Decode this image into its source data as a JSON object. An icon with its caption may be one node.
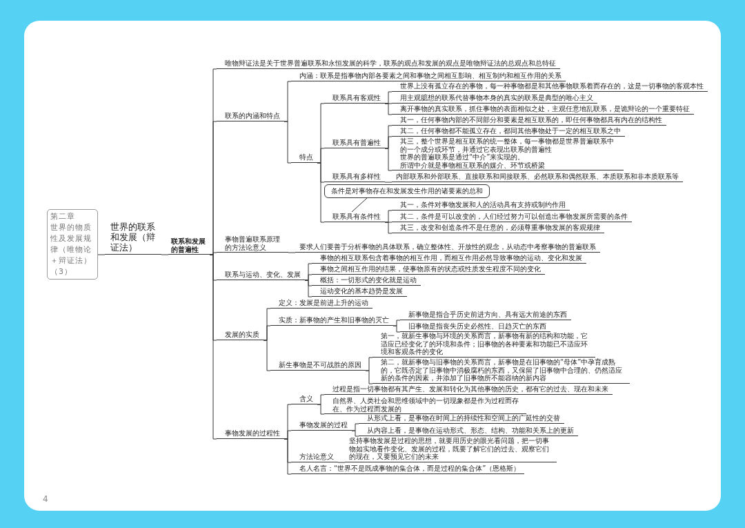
{
  "diagram": {
    "nodes": [
      {
        "text": [
          "第二章",
          "世界的物质性及发展规律（唯物论＋辩证法）（3）"
        ]
      },
      {
        "text": [
          "世界的联系和发展（辩证法）"
        ]
      },
      {
        "text": [
          "联系和发展的普遍性"
        ]
      },
      {
        "text": [
          "唯物辩证法是关于世界普遍联系和永恒发展的科学，联系的观点和发展的观点是唯物辩证法的总观点和总特征"
        ]
      },
      {
        "text": [
          "联系的内涵和特点"
        ]
      },
      {
        "text": [
          "内涵：联系是指事物内部各要素之间和事物之间相互影响、相互制约和相互作用的关系"
        ]
      },
      {
        "text": [
          "特点"
        ]
      },
      {
        "text": [
          "联系具有客观性"
        ]
      },
      {
        "text": [
          "世界上没有孤立存在的事物，每一种事物都是和其他事物联系着而存在的，这是一切事物的客观本性"
        ]
      },
      {
        "text": [
          "用主观臆想的联系代替事物本身的真实的联系是典型的唯心主义"
        ]
      },
      {
        "text": [
          "离开事物的真实联系，抓住事物的表面相似之处，主观任意地乱联系，是诡辩论的一个重要特征"
        ]
      },
      {
        "text": [
          "联系具有普遍性"
        ]
      },
      {
        "text": [
          "其一，任何事物内部的不同部分和要素是相互联系的，即任何事物都具有内在的结构性"
        ]
      },
      {
        "text": [
          "其二，任何事物都不能孤立存在，都同其他事物处于一定的相互联系之中"
        ]
      },
      {
        "text": [
          "其三，整个世界是相互联系的统一整体，每一事物都是世界普遍联系中的一个成分或环节，并通过它表现出联系的普遍性",
          "世界的普遍联系是通过“中介”来实现的。",
          "所谓中介就是事物相互联系的媒介、环节或桥梁"
        ]
      },
      {
        "text": [
          "联系具有多样性"
        ]
      },
      {
        "text": [
          "内部联系和外部联系、直接联系和间接联系、必然联系和偶然联系、本质联系和非本质联系等"
        ]
      },
      {
        "text": [
          "联系具有条件性"
        ]
      },
      {
        "text": [
          "条件是对事物存在和发展发生作用的诸要素的总和"
        ]
      },
      {
        "text": [
          "其一，条件对事物发展和人的活动具有支持或制约作用"
        ]
      },
      {
        "text": [
          "其二，条件是可以改变的，人们经过努力可以创造出事物发展所需要的条件"
        ]
      },
      {
        "text": [
          "其三，改变和创造条件不是任意的，必须尊重事物发展的客观规律"
        ]
      },
      {
        "text": [
          "事物普遍联系原理的方法论意义"
        ]
      },
      {
        "text": [
          "要求人们要善于分析事物的具体联系，确立整体性、开放性的观念，从动态中考察事物的普遍联系"
        ]
      },
      {
        "text": [
          "联系与运动、变化、发展"
        ]
      },
      {
        "text": [
          "事物的相互联系包含着事物的相互作用，而相互作用必然导致事物的运动、变化和发展"
        ]
      },
      {
        "text": [
          "事物之间相互作用的结果，使事物原有的状态或性质发生程度不同的变化"
        ]
      },
      {
        "text": [
          "概括：一切形式的变化就是运动"
        ]
      },
      {
        "text": [
          "运动变化的基本趋势是发展"
        ]
      },
      {
        "text": [
          "发展的实质"
        ]
      },
      {
        "text": [
          "定义：发展是前进上升的运动"
        ]
      },
      {
        "text": [
          "实质：新事物的产生和旧事物的灭亡"
        ]
      },
      {
        "text": [
          "新事物是指合乎历史前进方向、具有远大前途的东西"
        ]
      },
      {
        "text": [
          "旧事物是指丧失历史必然性、日趋灭亡的东西"
        ]
      },
      {
        "text": [
          "新生事物是不可战胜的原因"
        ]
      },
      {
        "text": [
          "第一，就新生事物与环境的关系而言，新事物有新的结构和功能，它适应已经变化了的环境和条件；旧事物的各种要素和功能已不适应环境和客观条件的变化"
        ]
      },
      {
        "text": [
          "第二，就新事物与旧事物的关系而言，新事物是在旧事物的“母体”中孕育成熟的，它既否定了旧事物中消极腐朽的东西，又保留了旧事物中合理的、仍然适应新的条件的因素，并添加了旧事物所不能容纳的新内容"
        ]
      },
      {
        "text": [
          "事物发展的过程性"
        ]
      },
      {
        "text": [
          "含义"
        ]
      },
      {
        "text": [
          "过程是指一切事物都有其产生、发展和转化为其他事物的历史，都有它的过去、现在和未来"
        ]
      },
      {
        "text": [
          "自然界、人类社会和思维领域中的一切现象都是作为过程而存在、作为过程而发展的"
        ]
      },
      {
        "text": [
          "事物发展的过程"
        ]
      },
      {
        "text": [
          "从形式上看，是事物在时间上的持续性和空间上的广延性的交替"
        ]
      },
      {
        "text": [
          "从内容上看，是事物在运动形式、形态、结构、功能和关系上的更新"
        ]
      },
      {
        "text": [
          "方法论意义"
        ]
      },
      {
        "text": [
          "坚持事物发展是过程的思想，就要用历史的眼光看问题，把一切事物如实地看作变化、发展的过程，既要了解它们的过去、观察它们的现在，又要预见它们的未来"
        ]
      },
      {
        "text": [
          "名人名言：“世界不是既成事物的集合体，而是过程的集合体”（恩格斯）"
        ]
      }
    ],
    "edges": [
      {
        "from": 0,
        "to": 1,
        "arrow": "none"
      },
      {
        "from": 1,
        "to": 2,
        "arrow": "none"
      },
      {
        "from": 2,
        "to": 3,
        "arrow": "none"
      },
      {
        "from": 2,
        "to": 4,
        "arrow": "none"
      },
      {
        "from": 4,
        "to": 5,
        "arrow": "none"
      },
      {
        "from": 4,
        "to": 6,
        "arrow": "none"
      },
      {
        "from": 6,
        "to": 7,
        "arrow": "none"
      },
      {
        "from": 7,
        "to": 8,
        "arrow": "none"
      },
      {
        "from": 7,
        "to": 9,
        "arrow": "none"
      },
      {
        "from": 7,
        "to": 10,
        "arrow": "none"
      },
      {
        "from": 6,
        "to": 11,
        "arrow": "none"
      },
      {
        "from": 11,
        "to": 12,
        "arrow": "none"
      },
      {
        "from": 11,
        "to": 13,
        "arrow": "none"
      },
      {
        "from": 11,
        "to": 14,
        "arrow": "none"
      },
      {
        "from": 6,
        "to": 15,
        "arrow": "none"
      },
      {
        "from": 15,
        "to": 16,
        "arrow": "none"
      },
      {
        "from": 6,
        "to": 17,
        "arrow": "none"
      },
      {
        "from": 18,
        "to": 17,
        "arrow": "none"
      },
      {
        "from": 17,
        "to": 19,
        "arrow": "none"
      },
      {
        "from": 17,
        "to": 20,
        "arrow": "none"
      },
      {
        "from": 17,
        "to": 21,
        "arrow": "none"
      },
      {
        "from": 2,
        "to": 22,
        "arrow": "none"
      },
      {
        "from": 22,
        "to": 23,
        "arrow": "none"
      },
      {
        "from": 2,
        "to": 24,
        "arrow": "none"
      },
      {
        "from": 24,
        "to": 25,
        "arrow": "none"
      },
      {
        "from": 24,
        "to": 26,
        "arrow": "none"
      },
      {
        "from": 24,
        "to": 27,
        "arrow": "none"
      },
      {
        "from": 24,
        "to": 28,
        "arrow": "none"
      },
      {
        "from": 2,
        "to": 29,
        "arrow": "none"
      },
      {
        "from": 29,
        "to": 30,
        "arrow": "none"
      },
      {
        "from": 29,
        "to": 31,
        "arrow": "none"
      },
      {
        "from": 31,
        "to": 32,
        "arrow": "none"
      },
      {
        "from": 31,
        "to": 33,
        "arrow": "none"
      },
      {
        "from": 29,
        "to": 34,
        "arrow": "none"
      },
      {
        "from": 34,
        "to": 35,
        "arrow": "none"
      },
      {
        "from": 34,
        "to": 36,
        "arrow": "none"
      },
      {
        "from": 2,
        "to": 37,
        "arrow": "none"
      },
      {
        "from": 37,
        "to": 38,
        "arrow": "none"
      },
      {
        "from": 38,
        "to": 39,
        "arrow": "none"
      },
      {
        "from": 38,
        "to": 40,
        "arrow": "none"
      },
      {
        "from": 37,
        "to": 41,
        "arrow": "none"
      },
      {
        "from": 41,
        "to": 42,
        "arrow": "none"
      },
      {
        "from": 41,
        "to": 43,
        "arrow": "none"
      },
      {
        "from": 37,
        "to": 44,
        "arrow": "none"
      },
      {
        "from": 44,
        "to": 45,
        "arrow": "none"
      },
      {
        "from": 37,
        "to": 46,
        "arrow": "none"
      }
    ],
    "labels": [
      "4"
    ]
  }
}
